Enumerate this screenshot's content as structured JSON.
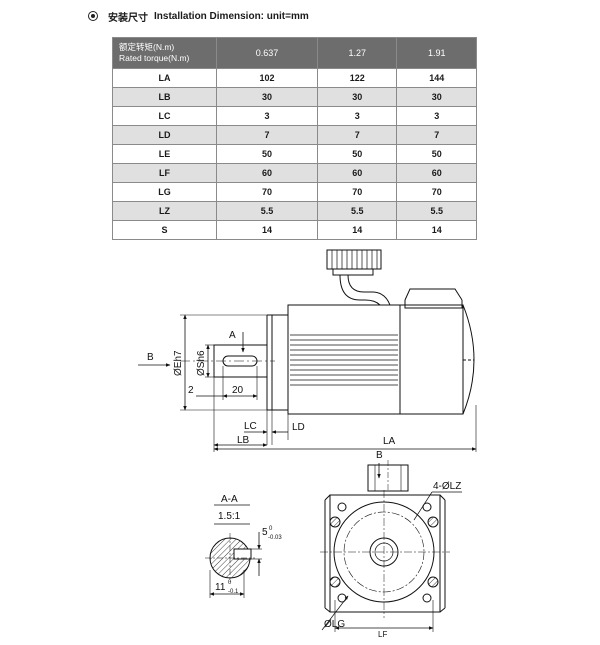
{
  "heading": {
    "cn": "安装尺寸",
    "en": "Installation Dimension:  unit=mm"
  },
  "table": {
    "header_cn": "额定转矩(N.m)",
    "header_en": "Rated torque(N.m)",
    "columns": [
      "0.637",
      "1.27",
      "1.91"
    ],
    "rows": [
      {
        "label": "LA",
        "values": [
          "102",
          "122",
          "144"
        ]
      },
      {
        "label": "LB",
        "values": [
          "30",
          "30",
          "30"
        ]
      },
      {
        "label": "LC",
        "values": [
          "3",
          "3",
          "3"
        ]
      },
      {
        "label": "LD",
        "values": [
          "7",
          "7",
          "7"
        ]
      },
      {
        "label": "LE",
        "values": [
          "50",
          "50",
          "50"
        ]
      },
      {
        "label": "LF",
        "values": [
          "60",
          "60",
          "60"
        ]
      },
      {
        "label": "LG",
        "values": [
          "70",
          "70",
          "70"
        ]
      },
      {
        "label": "LZ",
        "values": [
          "5.5",
          "5.5",
          "5.5"
        ]
      },
      {
        "label": "S",
        "values": [
          "14",
          "14",
          "14"
        ]
      }
    ]
  },
  "side_view": {
    "label_a": "A",
    "label_b": "B",
    "flange_dia": "ØEh7",
    "shaft_dia": "ØSh6",
    "dim_2": "2",
    "dim_20": "20",
    "lc": "LC",
    "ld": "LD",
    "lb": "LB",
    "la": "LA"
  },
  "section_view": {
    "title": "A-A",
    "scale": "1.5:1",
    "dim_5": "5",
    "dim_5_tol_upper": "0",
    "dim_5_tol_lower": "-0.03",
    "dim_11": "11",
    "dim_11_tol_upper": "0",
    "dim_11_tol_lower": "-0.1"
  },
  "front_view": {
    "label_b": "B",
    "holes": "4-ØLZ",
    "lg": "ØLG",
    "lf": "LF"
  }
}
